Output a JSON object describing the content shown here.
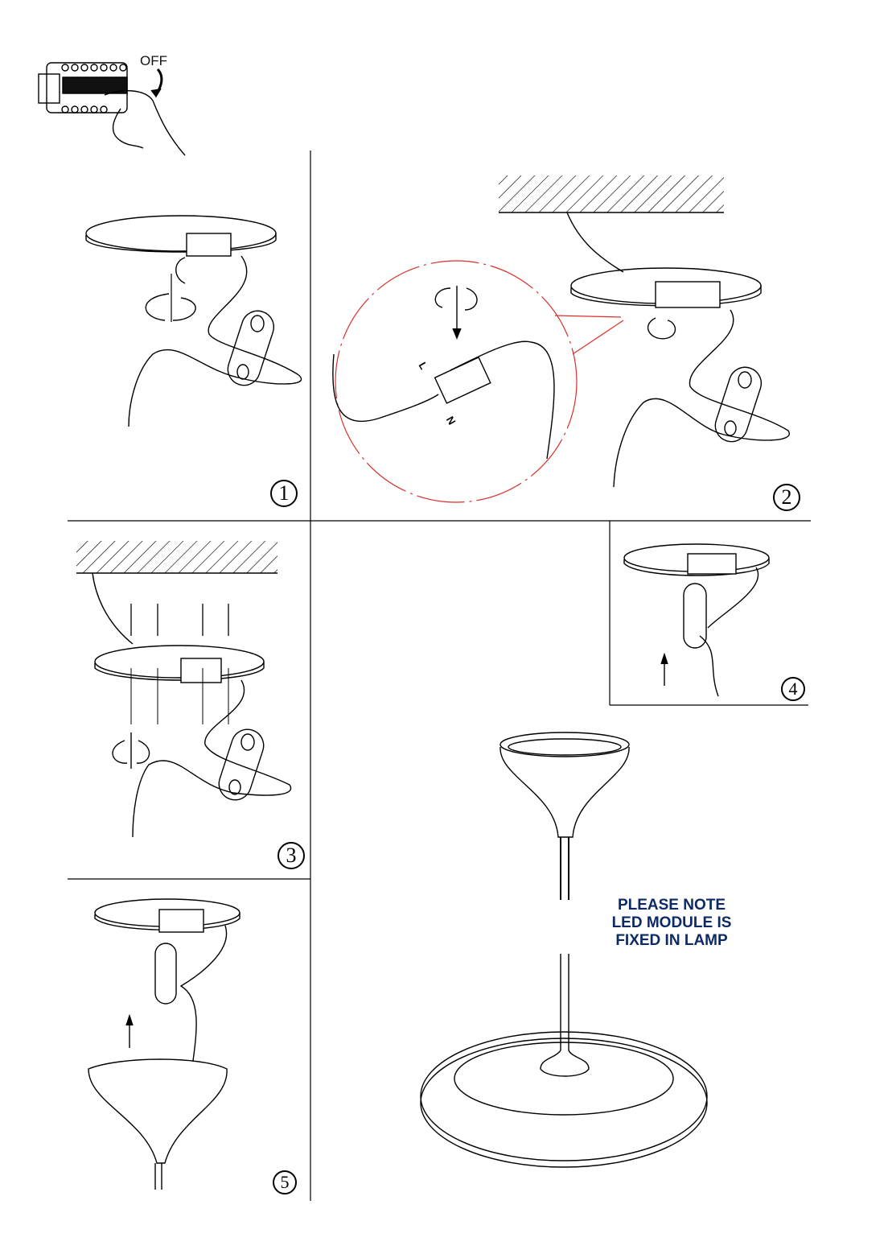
{
  "breaker": {
    "label": "OFF"
  },
  "steps": [
    "1",
    "2",
    "3",
    "4",
    "5"
  ],
  "connector_labels": {
    "live": "L",
    "neutral": "N"
  },
  "note": {
    "lines": [
      "PLEASE NOTE",
      "LED MODULE IS",
      "FIXED IN LAMP"
    ],
    "color": "#0d2a66"
  },
  "colors": {
    "detail_circle": "#d9302c"
  }
}
